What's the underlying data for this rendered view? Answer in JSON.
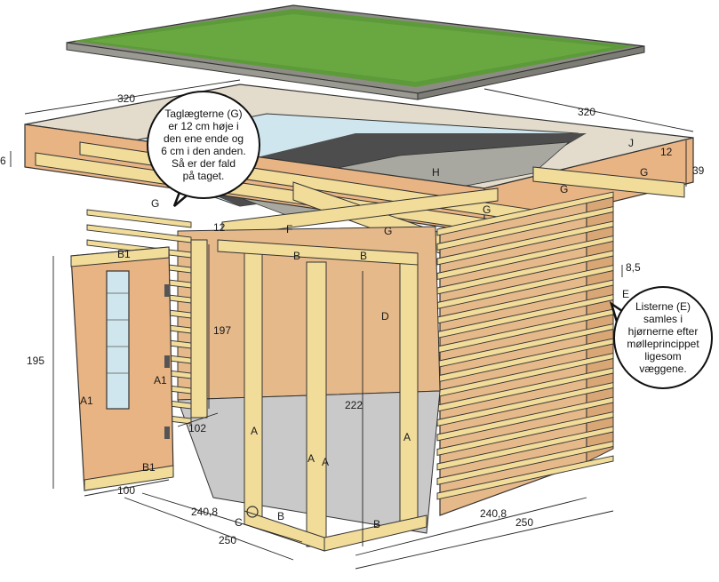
{
  "callouts": {
    "roof_battens": "Taglægterne (G)\ner 12 cm høje i\nden ene ende og\n6 cm i den anden.\nSå er der fald\npå taget.",
    "slats": "Listerne (E)\nsamles i\nhjørnerne efter\nmølleprincippet\nligesom\nvæggene."
  },
  "dimensions": {
    "roof_left_width": "320",
    "roof_right_width": "320",
    "roof_edge_thickness": "6",
    "roof_height_right": "39",
    "batten_height_right": "12",
    "batten_height_front": "12",
    "slat_spacing": "8,5",
    "door_height": "195",
    "door_width": "100",
    "inner_height_left": "197",
    "inner_height_center": "222",
    "inner_depth": "102",
    "front_inner_width": "240,8",
    "front_outer_width": "250",
    "side_inner_width": "240,8",
    "side_outer_width": "250"
  },
  "parts": {
    "roof_batten_1": "G",
    "roof_batten_2": "G",
    "roof_batten_3": "G",
    "roof_batten_4": "G",
    "roof_batten_5": "G",
    "roof_edge": "J",
    "ridge": "H",
    "beam_f": "F",
    "door_frame_top": "B1",
    "door_frame_bottom": "B1",
    "door_leaf_left": "A1",
    "door_leaf_right": "A1",
    "top_rail_left": "B",
    "top_rail_right": "B",
    "bottom_rail_front": "B",
    "bottom_rail_side": "B",
    "post_1": "A",
    "post_2": "A",
    "post_3": "A",
    "post_4": "A",
    "wall_panel": "D",
    "slat": "E",
    "corner": "C"
  },
  "colors": {
    "grass": "#5d9b3a",
    "gravel": "#a8a8a0",
    "timber": "#f1dc9a",
    "timber_dark": "#d9bd6a",
    "osb": "#e6b98a",
    "floor": "#c9c9c9",
    "membrane": "#cfe6ee",
    "outline": "#2a2a2a"
  }
}
